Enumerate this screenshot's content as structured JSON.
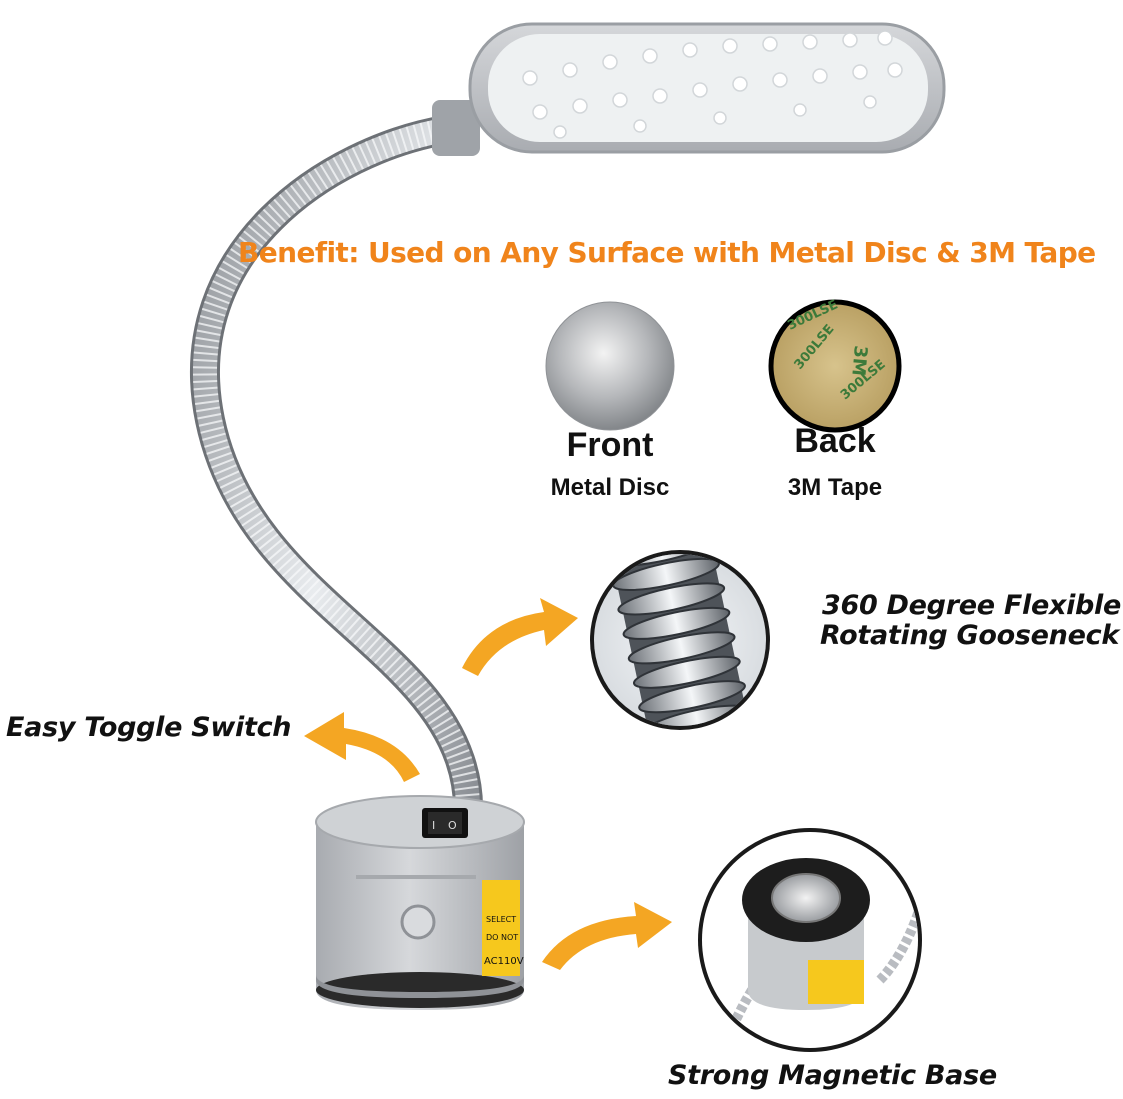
{
  "benefit_heading": "Benefit: Used on Any Surface with Metal Disc & 3M Tape",
  "discs": {
    "front": {
      "title": "Front",
      "subtitle": "Metal Disc"
    },
    "back": {
      "title": "Back",
      "subtitle": "3M Tape",
      "tape_print": "300LSE"
    }
  },
  "callouts": {
    "gooseneck_line1": "360 Degree Flexible",
    "gooseneck_line2": "Rotating Gooseneck",
    "toggle_switch": "Easy Toggle Switch",
    "magnetic_base": "Strong Magnetic Base"
  },
  "label_text": {
    "voltage": "AC110V",
    "do_not": "DO NOT",
    "select": "SELECT"
  },
  "colors": {
    "heading_orange": "#f0841b",
    "arrow_orange": "#f4a623",
    "lamp_grey": "#b9bcc1",
    "label_yellow": "#f6c81d",
    "tape_tan": "#c9b27a"
  },
  "icons": [
    "led-panel",
    "gooseneck",
    "toggle-switch-icon",
    "arrow-icon",
    "magnet-icon"
  ]
}
